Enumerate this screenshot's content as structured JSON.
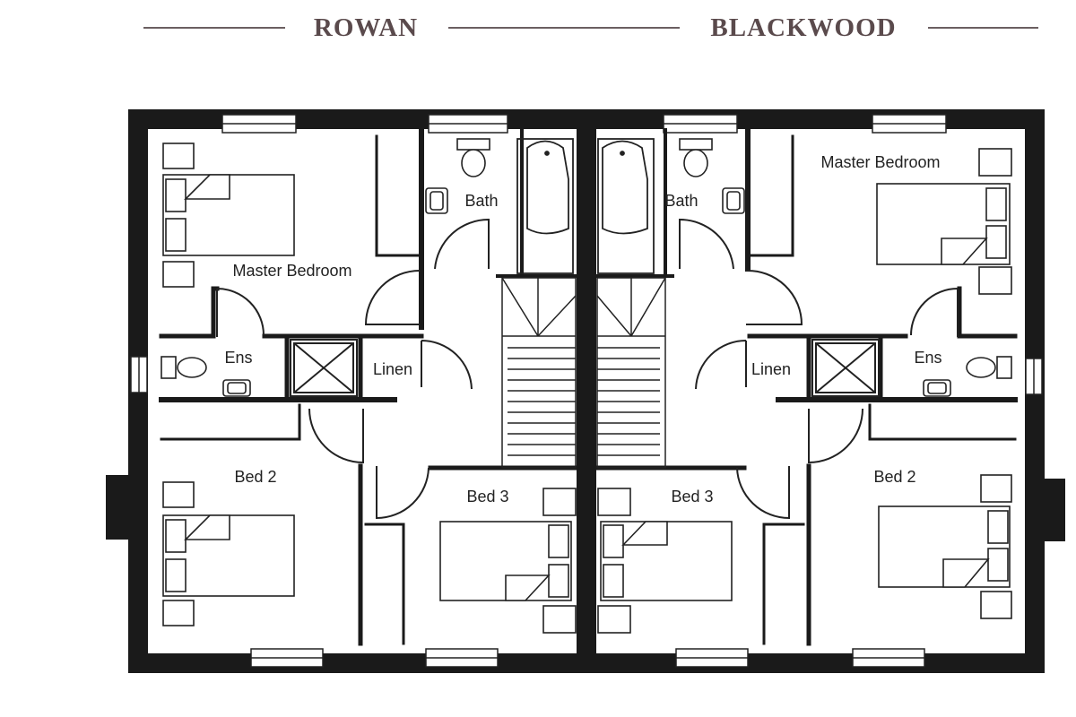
{
  "header": {
    "left_title": "ROWAN",
    "right_title": "BLACKWOOD"
  },
  "colors": {
    "wall": "#1a1a1a",
    "title_text": "#5a4a4c",
    "title_rule": "#6b5f61",
    "line": "#222222",
    "background": "#ffffff"
  },
  "rooms": {
    "left": {
      "master_bedroom": "Master Bedroom",
      "bath": "Bath",
      "ensuite": "Ens",
      "linen": "Linen",
      "bed2": "Bed 2",
      "bed3": "Bed 3"
    },
    "right": {
      "master_bedroom": "Master Bedroom",
      "bath": "Bath",
      "ensuite": "Ens",
      "linen": "Linen",
      "bed2": "Bed 2",
      "bed3": "Bed 3"
    }
  }
}
